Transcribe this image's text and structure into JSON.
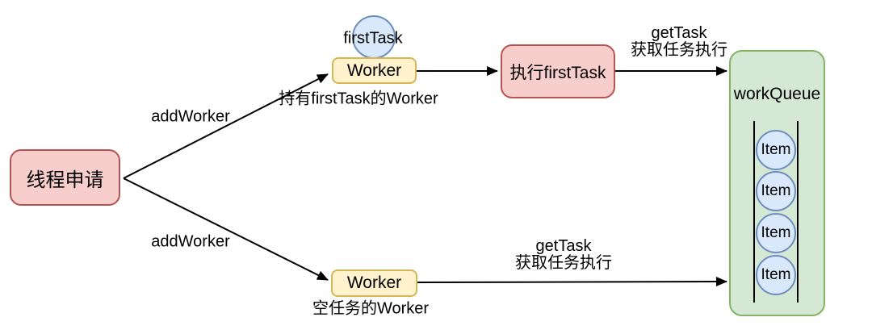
{
  "diagram": {
    "nodes": {
      "thread_request": {
        "label": "线程申请"
      },
      "worker_top": {
        "label": "Worker",
        "caption": "持有firstTask的Worker"
      },
      "worker_bottom": {
        "label": "Worker",
        "caption": "空任务的Worker"
      },
      "first_task": {
        "label": "firstTask"
      },
      "exec_first_task": {
        "label": "执行firstTask"
      },
      "work_queue": {
        "label": "workQueue",
        "items": [
          "Item",
          "Item",
          "Item",
          "Item"
        ]
      }
    },
    "edges": {
      "addworker_top": {
        "label": "addWorker"
      },
      "addworker_bottom": {
        "label": "addWorker"
      },
      "gettask_top": {
        "label_line1": "getTask",
        "label_line2": "获取任务执行"
      },
      "gettask_bottom": {
        "label_line1": "getTask",
        "label_line2": "获取任务执行"
      }
    },
    "colors": {
      "red_fill": "#f8cecc",
      "red_stroke": "#b85450",
      "yellow_fill": "#fff2cc",
      "yellow_stroke": "#d6b656",
      "green_fill": "#d5e8d4",
      "green_stroke": "#82b366",
      "blue_fill": "#dae8fc",
      "blue_stroke": "#6c8ebf",
      "arrow": "#000000",
      "background": "#ffffff"
    }
  }
}
